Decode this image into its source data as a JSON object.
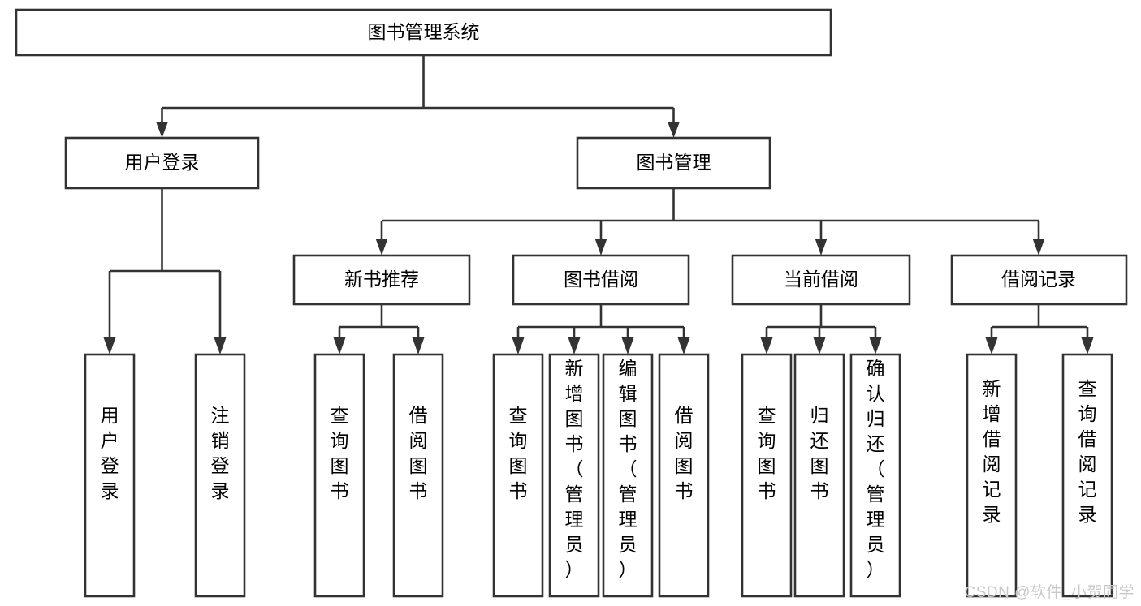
{
  "diagram": {
    "type": "tree-hierarchy-chart",
    "title": "图书管理系统",
    "watermark": "CSDN @软件_小贺同学",
    "colors": {
      "stroke": "#333333",
      "fill": "#ffffff",
      "text": "#000000",
      "watermark": "#c9c9c9"
    },
    "levels": {
      "root": {
        "label": "图书管理系统"
      },
      "level2": [
        {
          "id": "user-login",
          "label": "用户登录"
        },
        {
          "id": "book-management",
          "label": "图书管理"
        }
      ],
      "level3": [
        {
          "id": "new-book-recommend",
          "label": "新书推荐",
          "parent": "book-management"
        },
        {
          "id": "book-borrow",
          "label": "图书借阅",
          "parent": "book-management"
        },
        {
          "id": "current-borrow",
          "label": "当前借阅",
          "parent": "book-management"
        },
        {
          "id": "borrow-record",
          "label": "借阅记录",
          "parent": "book-management"
        }
      ],
      "leaves": [
        {
          "id": "leaf-user-login",
          "label": "用户登录",
          "parent": "user-login"
        },
        {
          "id": "leaf-logout-login",
          "label": "注销登录",
          "parent": "user-login"
        },
        {
          "id": "leaf-query-book-1",
          "label": "查询图书",
          "parent": "new-book-recommend"
        },
        {
          "id": "leaf-borrow-book-1",
          "label": "借阅图书",
          "parent": "new-book-recommend"
        },
        {
          "id": "leaf-query-book-2",
          "label": "查询图书",
          "parent": "book-borrow"
        },
        {
          "id": "leaf-add-book",
          "label": "新增图书（管理员）",
          "parent": "book-borrow"
        },
        {
          "id": "leaf-edit-book",
          "label": "编辑图书（管理员）",
          "parent": "book-borrow"
        },
        {
          "id": "leaf-borrow-book-2",
          "label": "借阅图书",
          "parent": "book-borrow"
        },
        {
          "id": "leaf-query-book-3",
          "label": "查询图书",
          "parent": "current-borrow"
        },
        {
          "id": "leaf-return-book",
          "label": "归还图书",
          "parent": "current-borrow"
        },
        {
          "id": "leaf-confirm-return",
          "label": "确认归还（管理员）",
          "parent": "current-borrow"
        },
        {
          "id": "leaf-add-record",
          "label": "新增借阅记录",
          "parent": "borrow-record"
        },
        {
          "id": "leaf-query-record",
          "label": "查询借阅记录",
          "parent": "borrow-record"
        }
      ]
    }
  }
}
